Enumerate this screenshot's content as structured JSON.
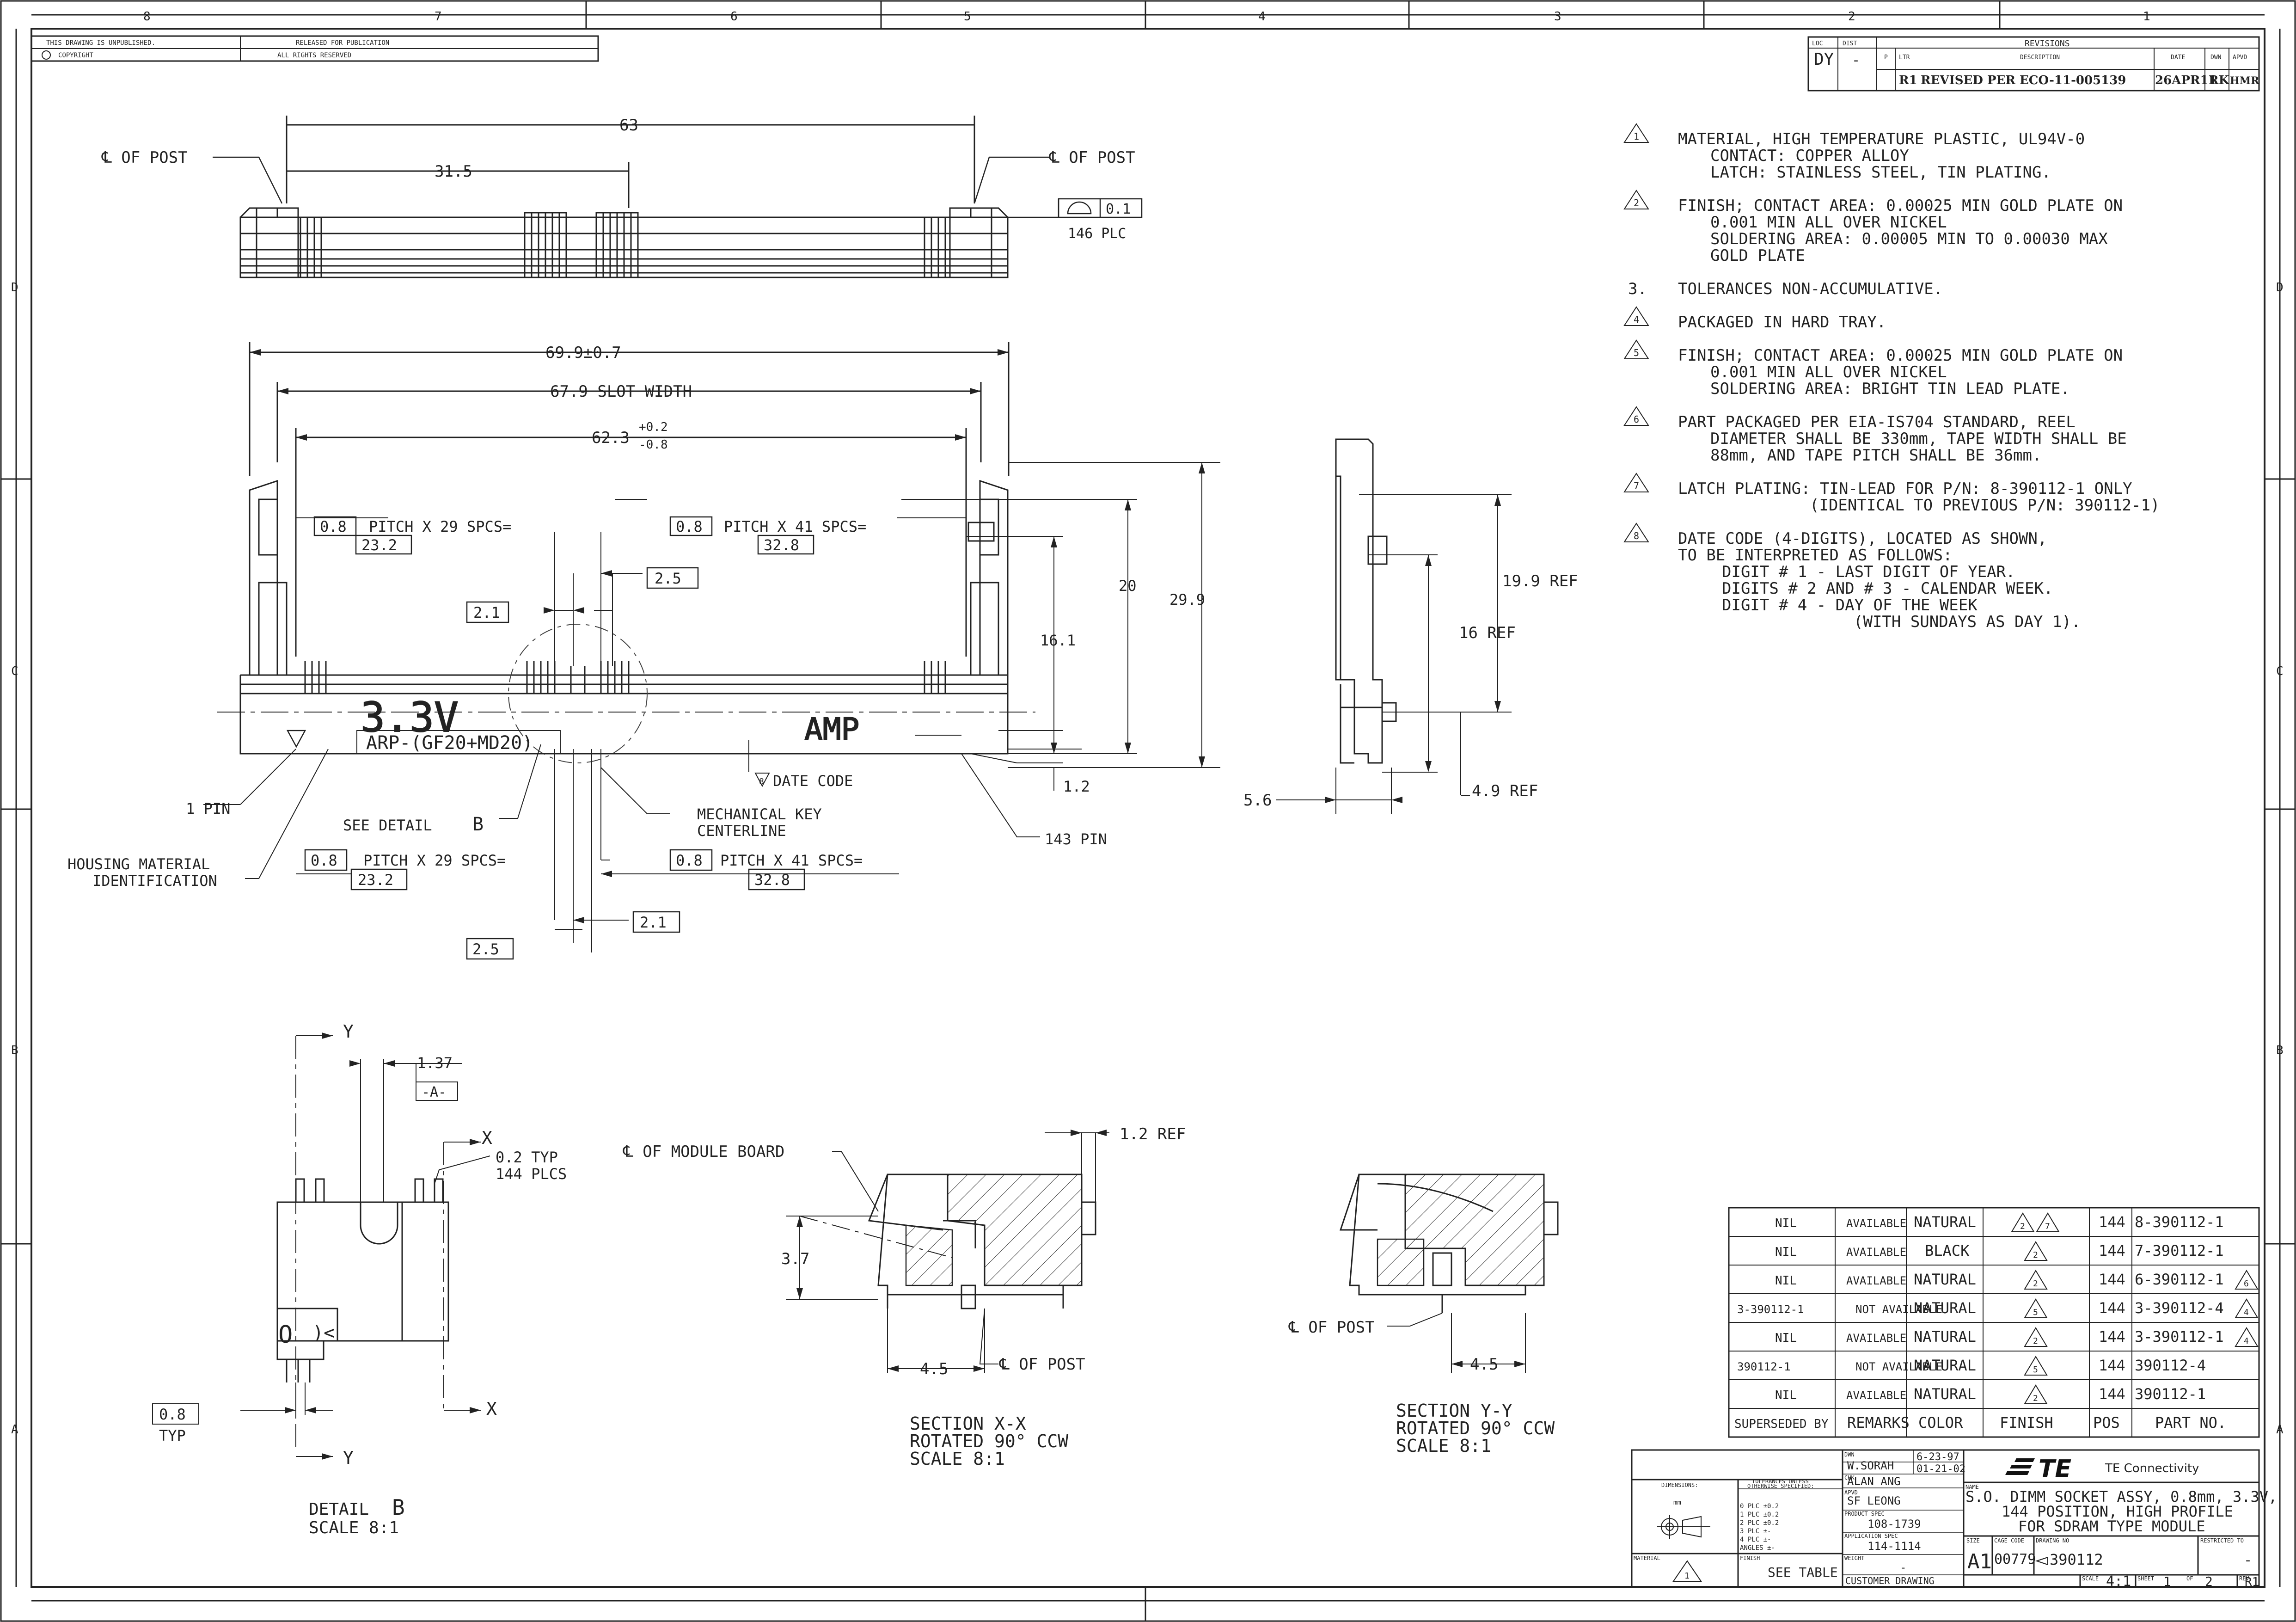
{
  "border": {
    "zones_top": [
      "8",
      "7",
      "6",
      "5",
      "4",
      "3",
      "2",
      "1"
    ],
    "zones_side": [
      "D",
      "C",
      "B",
      "A"
    ]
  },
  "header_left": {
    "unpublished": "THIS DRAWING IS UNPUBLISHED.",
    "copyright": "COPYRIGHT",
    "released": "RELEASED FOR PUBLICATION",
    "rights": "ALL RIGHTS RESERVED"
  },
  "revisions": {
    "title": "REVISIONS",
    "loc_label": "LOC",
    "dist_label": "DIST",
    "loc_value": "DY",
    "dist_value": "-",
    "col_p": "P",
    "col_ltr": "LTR",
    "col_desc": "DESCRIPTION",
    "col_date": "DATE",
    "col_dwn": "DWN",
    "col_apvd": "APVD",
    "row": {
      "ltr": "R1",
      "desc": "REVISED PER ECO-11-005139",
      "date": "26APR11",
      "dwn": "RK",
      "apvd": "HMR"
    }
  },
  "notes": [
    {
      "num": "1",
      "flag": true,
      "lines": [
        "MATERIAL, HIGH TEMPERATURE PLASTIC, UL94V-0",
        "CONTACT: COPPER ALLOY",
        "LATCH: STAINLESS STEEL, TIN PLATING."
      ]
    },
    {
      "num": "2",
      "flag": true,
      "lines": [
        "FINISH; CONTACT AREA: 0.00025 MIN GOLD PLATE ON",
        "0.001 MIN ALL OVER NICKEL",
        "SOLDERING AREA: 0.00005 MIN TO 0.00030 MAX",
        "GOLD PLATE"
      ]
    },
    {
      "num": "3.",
      "flag": false,
      "lines": [
        "TOLERANCES NON-ACCUMULATIVE."
      ]
    },
    {
      "num": "4",
      "flag": true,
      "lines": [
        "PACKAGED IN HARD TRAY."
      ]
    },
    {
      "num": "5",
      "flag": true,
      "lines": [
        "FINISH; CONTACT AREA: 0.00025 MIN GOLD PLATE ON",
        "0.001 MIN ALL OVER NICKEL",
        "SOLDERING AREA: BRIGHT TIN LEAD PLATE."
      ]
    },
    {
      "num": "6",
      "flag": true,
      "lines": [
        "PART PACKAGED PER EIA-IS704 STANDARD, REEL",
        "DIAMETER SHALL BE 330mm, TAPE WIDTH SHALL BE",
        "88mm, AND TAPE PITCH SHALL BE 36mm."
      ]
    },
    {
      "num": "7",
      "flag": true,
      "lines": [
        "LATCH PLATING: TIN-LEAD FOR P/N: 8-390112-1 ONLY",
        "(IDENTICAL TO PREVIOUS P/N: 390112-1)"
      ]
    },
    {
      "num": "8",
      "flag": true,
      "lines": [
        "DATE CODE (4-DIGITS), LOCATED AS SHOWN,",
        "TO BE INTERPRETED AS FOLLOWS:",
        "DIGIT # 1 - LAST DIGIT OF YEAR.",
        "DIGITS # 2 AND # 3 - CALENDAR WEEK.",
        "DIGIT # 4 - DAY OF THE WEEK",
        "(WITH SUNDAYS AS DAY 1)."
      ]
    }
  ],
  "top_view": {
    "dim_63": "63",
    "dim_31_5": "31.5",
    "cl_post_left": "℄ OF POST",
    "cl_post_right": "℄ OF POST",
    "flatness_value": "0.1",
    "flatness_qty": "146 PLC"
  },
  "front_view": {
    "dim_69_9": "69.9±0.7",
    "dim_67_9": "67.9 SLOT WIDTH",
    "dim_62_3": "62.3",
    "dim_62_3_plus": "+0.2",
    "dim_62_3_minus": "-0.8",
    "pitch_basic": "0.8",
    "pitch29_text": "PITCH X 29 SPCS=",
    "pitch29_value": "23.2",
    "pitch41_text": "PITCH X 41 SPCS=",
    "pitch41_value": "32.8",
    "dim_2_5": "2.5",
    "dim_2_1": "2.1",
    "dim_16_1": "16.1",
    "dim_20": "20",
    "dim_29_9": "29.9",
    "dim_1_2": "1.2",
    "voltage": "3.3V",
    "key_id": "ARP-(GF20+MD20)",
    "brand": "AMP",
    "date_code_flag": "8",
    "date_code": "DATE CODE",
    "pin1": "1 PIN",
    "see_detail": "SEE DETAIL",
    "see_detail_letter": "B",
    "mech_key_1": "MECHANICAL KEY",
    "mech_key_2": "CENTERLINE",
    "housing_1": "HOUSING MATERIAL",
    "housing_2": "IDENTIFICATION",
    "pin143": "143 PIN"
  },
  "side_view": {
    "dim_19_9": "19.9 REF",
    "dim_16": "16 REF",
    "dim_5_6": "5.6",
    "dim_4_9": "4.9 REF"
  },
  "detail_b": {
    "y": "Y",
    "x": "X",
    "dim_1_37": "1.37",
    "datum_a": "-A-",
    "typ_0_2": "0.2 TYP",
    "plcs_144": "144 PLCS",
    "dim_0_8": "0.8",
    "typ": "TYP",
    "caption_1": "DETAIL",
    "caption_letter": "B",
    "caption_2": "SCALE 8:1"
  },
  "section_xx": {
    "module_board": "℄ OF MODULE BOARD",
    "dim_1_2_ref": "1.2 REF",
    "dim_3_7": "3.7",
    "dim_4_5": "4.5",
    "cl_post": "℄ OF POST",
    "caption_1": "SECTION X-X",
    "caption_2": "ROTATED 90° CCW",
    "caption_3": "SCALE 8:1"
  },
  "section_yy": {
    "cl_post": "℄ OF POST",
    "dim_4_5": "4.5",
    "caption_1": "SECTION Y-Y",
    "caption_2": "ROTATED 90° CCW",
    "caption_3": "SCALE 8:1"
  },
  "part_table": {
    "headers": [
      "SUPERSEDED BY",
      "REMARKS",
      "COLOR",
      "FINISH",
      "POS",
      "PART NO."
    ],
    "rows": [
      {
        "superseded": "NIL",
        "remarks": "AVAILABLE",
        "color": "NATURAL",
        "finish": [
          "2",
          "7"
        ],
        "pos": "144",
        "part": "8-390112-1",
        "part_flag": ""
      },
      {
        "superseded": "NIL",
        "remarks": "AVAILABLE",
        "color": "BLACK",
        "finish": [
          "2"
        ],
        "pos": "144",
        "part": "7-390112-1",
        "part_flag": ""
      },
      {
        "superseded": "NIL",
        "remarks": "AVAILABLE",
        "color": "NATURAL",
        "finish": [
          "2"
        ],
        "pos": "144",
        "part": "6-390112-1",
        "part_flag": "6"
      },
      {
        "superseded": "3-390112-1",
        "remarks": "NOT AVAILABLE",
        "color": "NATURAL",
        "finish": [
          "5"
        ],
        "pos": "144",
        "part": "3-390112-4",
        "part_flag": "4"
      },
      {
        "superseded": "NIL",
        "remarks": "AVAILABLE",
        "color": "NATURAL",
        "finish": [
          "2"
        ],
        "pos": "144",
        "part": "3-390112-1",
        "part_flag": "4"
      },
      {
        "superseded": "390112-1",
        "remarks": "NOT AVAILABLE",
        "color": "NATURAL",
        "finish": [
          "5"
        ],
        "pos": "144",
        "part": "390112-4",
        "part_flag": ""
      },
      {
        "superseded": "NIL",
        "remarks": "AVAILABLE",
        "color": "NATURAL",
        "finish": [
          "2"
        ],
        "pos": "144",
        "part": "390112-1",
        "part_flag": ""
      }
    ]
  },
  "title_block": {
    "dwn_label": "DWN",
    "dwn_name": "W.SORAH",
    "dwn_date": "6-23-97",
    "chk_label": "CHK",
    "chk_name": "ALAN ANG",
    "chk_date": "01-21-02",
    "apvd_label": "APVD",
    "apvd_name": "SF LEONG",
    "product_spec_label": "PRODUCT SPEC",
    "product_spec": "108-1739",
    "application_spec_label": "APPLICATION SPEC",
    "application_spec": "114-1114",
    "weight_label": "WEIGHT",
    "weight": "-",
    "dimensions_label": "DIMENSIONS:",
    "dimensions_unit": "mm",
    "tolerances_1": "TOLERANCES UNLESS",
    "tolerances_2": "OTHERWISE SPECIFIED:",
    "tol_rows": [
      "0 PLC ±0.2",
      "1 PLC ±0.2",
      "2 PLC ±0.2",
      "3 PLC ±-",
      "4 PLC ±-",
      "ANGLES ±-"
    ],
    "material_label": "MATERIAL",
    "material_flag": "1",
    "finish_label": "FINISH",
    "finish_value": "SEE TABLE",
    "company": "TE Connectivity",
    "name_label": "NAME",
    "title_1": "S.O. DIMM SOCKET ASSY, 0.8mm, 3.3V,",
    "title_2": "144 POSITION, HIGH PROFILE",
    "title_3": "FOR SDRAM TYPE MODULE",
    "size_label": "SIZE",
    "size": "A1",
    "cage_label": "CAGE CODE",
    "cage": "00779",
    "drawing_no_label": "DRAWING NO",
    "drawing_no": "390112",
    "restricted_label": "RESTRICTED TO",
    "restricted": "-",
    "customer_drawing": "CUSTOMER DRAWING",
    "scale_label": "SCALE",
    "scale": "4:1",
    "sheet_label": "SHEET",
    "sheet": "1",
    "of_label": "OF",
    "of": "2",
    "rev_label": "REV",
    "rev": "R1"
  }
}
